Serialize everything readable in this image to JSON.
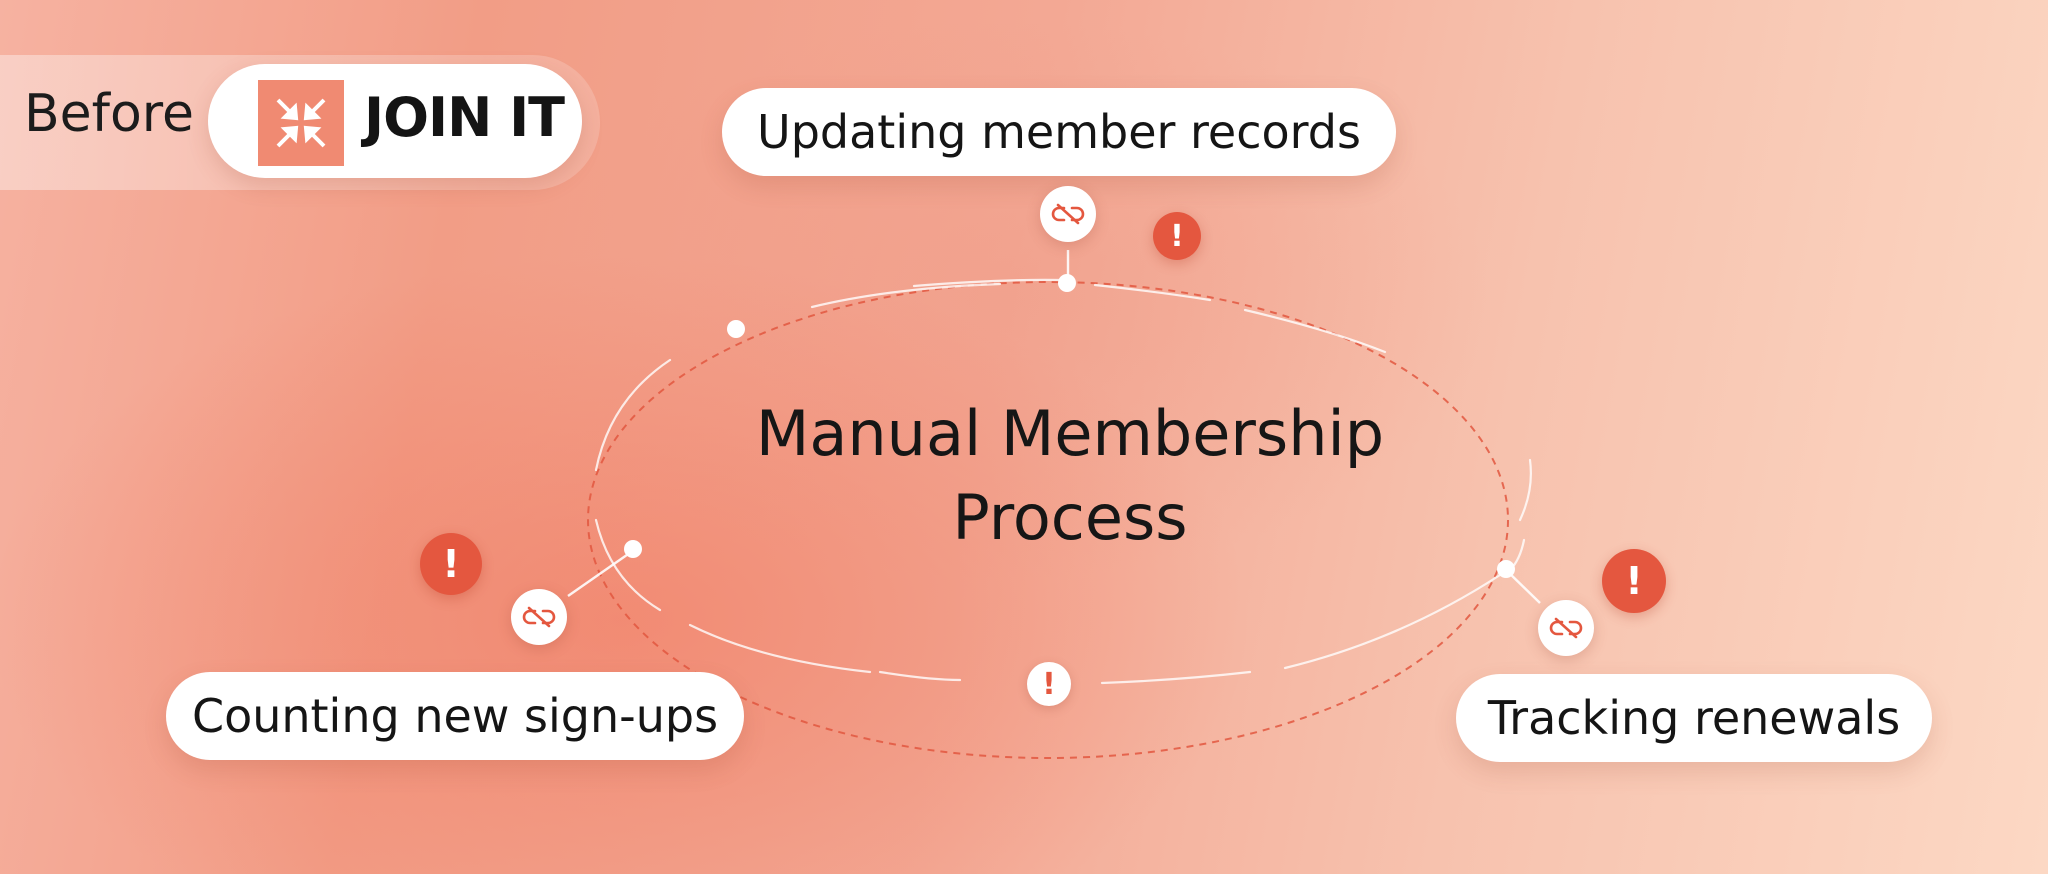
{
  "brand": {
    "before_label": "Before",
    "name": "JOIN IT",
    "logo_icon": "join-it-logo-icon",
    "logo_color": "#f08a72"
  },
  "diagram": {
    "center_title_line1": "Manual Membership",
    "center_title_line2": "Process",
    "tasks": [
      {
        "label": "Updating member records"
      },
      {
        "label": "Counting new sign-ups"
      },
      {
        "label": "Tracking renewals"
      }
    ],
    "alert_symbol": "!",
    "icons": {
      "broken_link": "broken-link-icon",
      "alert": "exclamation-icon"
    },
    "colors": {
      "alert": "#e4573f",
      "dashed_orbit": "#e2573f",
      "text": "#151515"
    }
  }
}
